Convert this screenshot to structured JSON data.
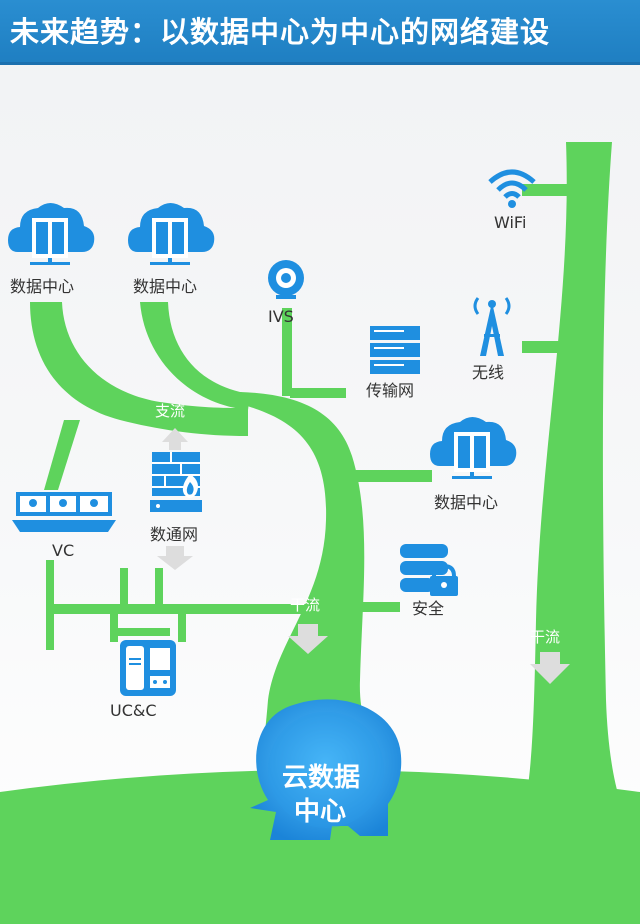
{
  "title": "未来趋势：以数据中心为中心的网络建设",
  "labels": {
    "dc1": "数据中心",
    "dc2": "数据中心",
    "dc3": "数据中心",
    "ivs": "IVS",
    "transport": "传输网",
    "wifi": "WiFi",
    "wireless": "无线",
    "branch": "支流",
    "datacom": "数通网",
    "vc": "VC",
    "trunk1": "干流",
    "trunk2": "干流",
    "security": "安全",
    "ucc": "UC&C",
    "core_line1": "云数据",
    "core_line2": "中心"
  },
  "colors": {
    "header": "#1f7fc2",
    "green": "#5ed35c",
    "blue": "#1f8fe0",
    "arrow": "#dddddd",
    "head": "#2a9be8"
  }
}
